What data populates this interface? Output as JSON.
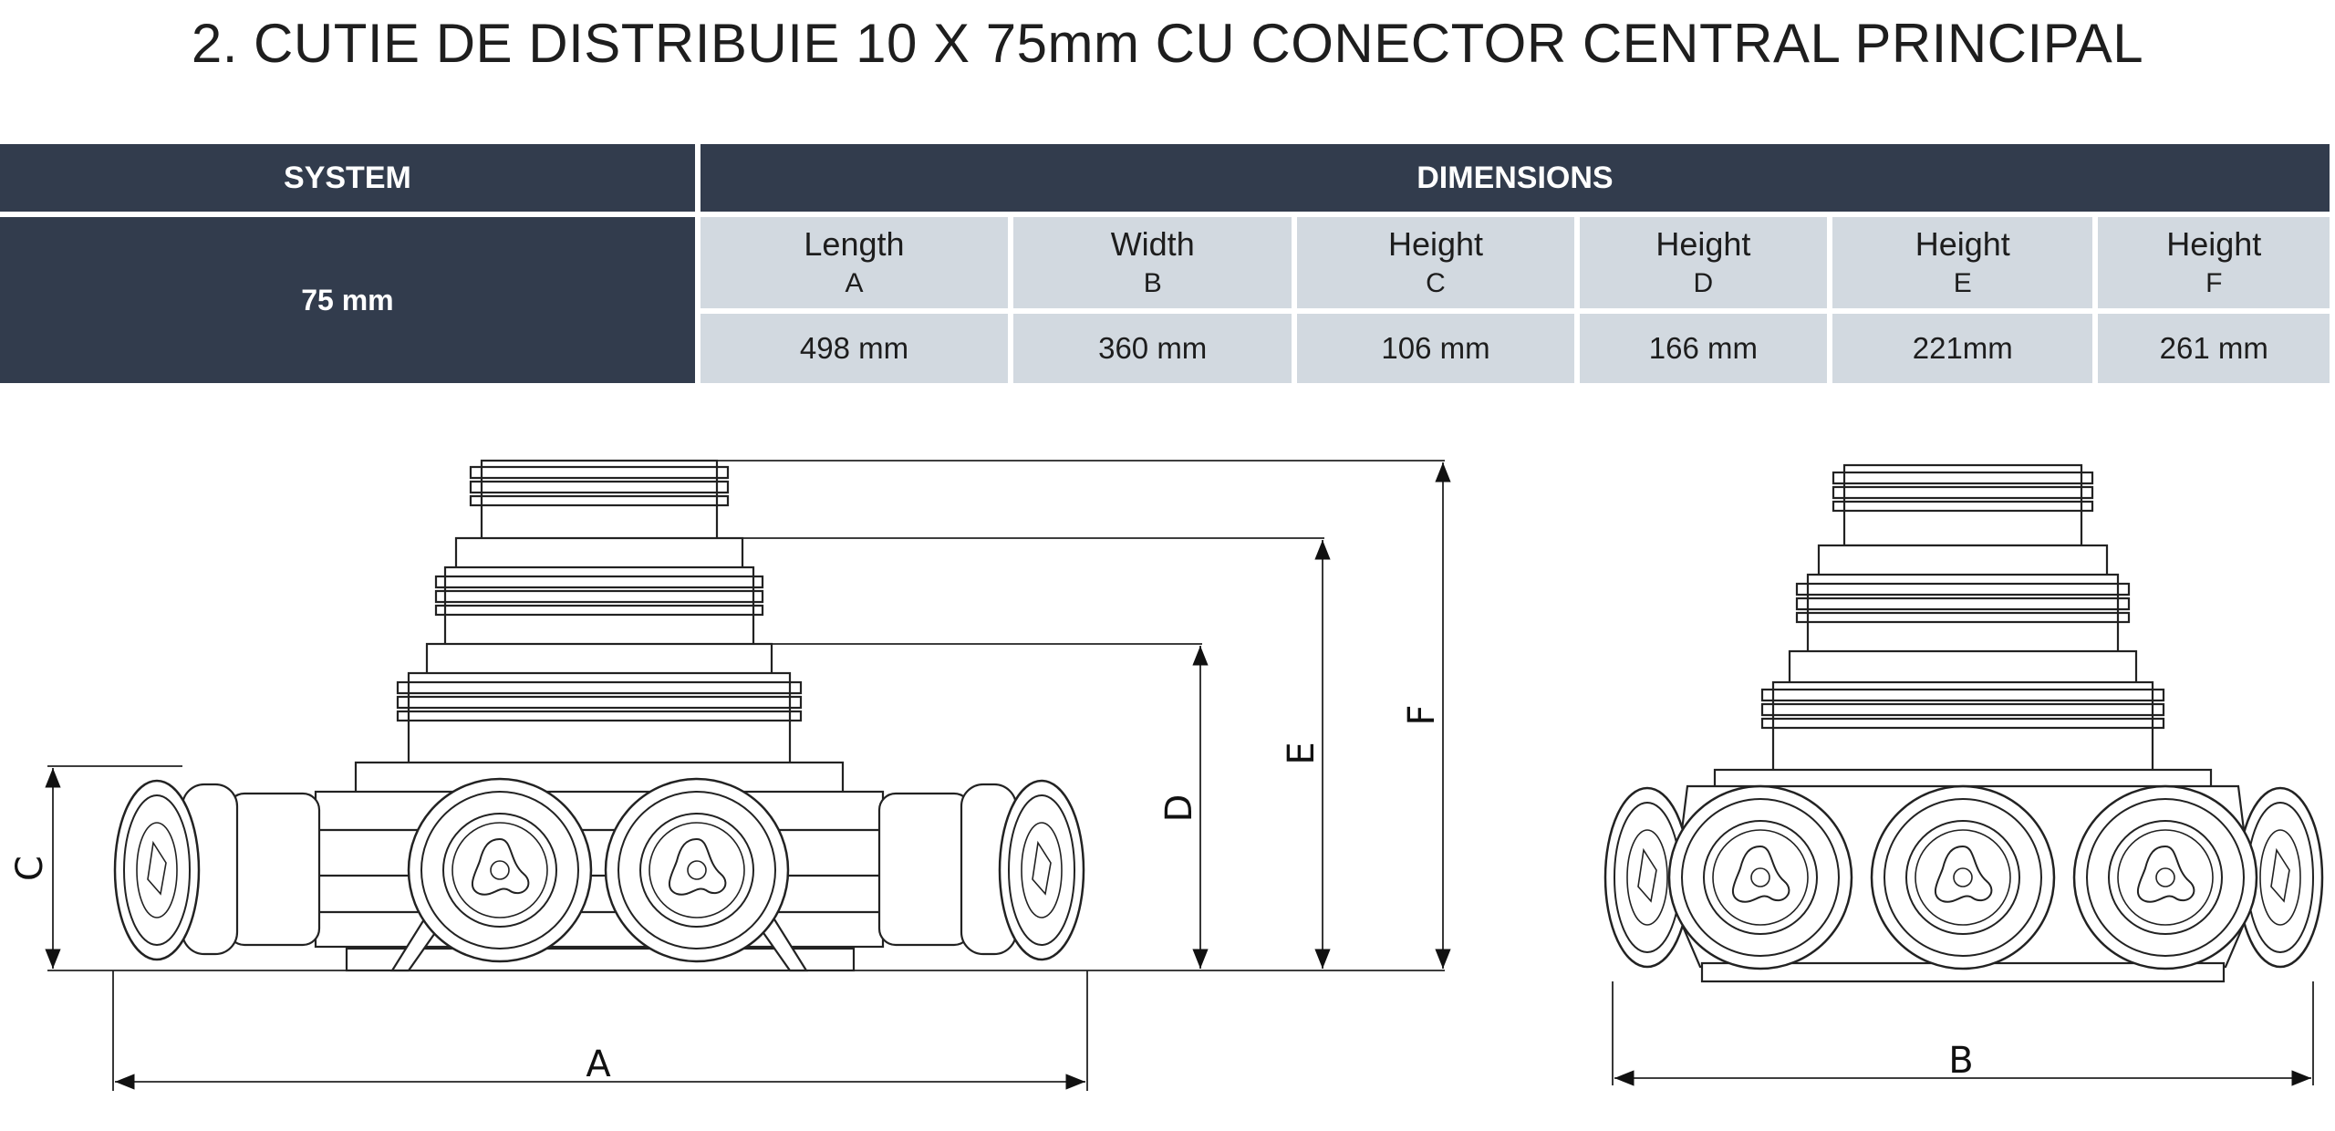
{
  "title": "2. CUTIE DE DISTRIBUIE 10 X 75mm CU CONECTOR CENTRAL PRINCIPAL",
  "table": {
    "system_header": "SYSTEM",
    "dimensions_header": "DIMENSIONS",
    "system_value": "75 mm",
    "columns": [
      {
        "label": "Length",
        "letter": "A",
        "value": "498 mm"
      },
      {
        "label": "Width",
        "letter": "B",
        "value": "360 mm"
      },
      {
        "label": "Height",
        "letter": "C",
        "value": "106 mm"
      },
      {
        "label": "Height",
        "letter": "D",
        "value": "166 mm"
      },
      {
        "label": "Height",
        "letter": "E",
        "value": "221mm"
      },
      {
        "label": "Height",
        "letter": "F",
        "value": "261 mm"
      }
    ]
  },
  "drawing": {
    "labels": {
      "a": "A",
      "b": "B",
      "c": "C",
      "d": "D",
      "e": "E",
      "f": "F"
    }
  },
  "colors": {
    "header_bg": "#323c4d",
    "cell_bg": "#d2d9e0",
    "header_text": "#ffffff"
  }
}
